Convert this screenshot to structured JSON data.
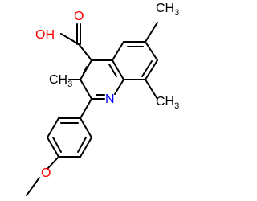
{
  "molecule": {
    "labels": {
      "acid_oxygen_double": "O",
      "acid_hydroxyl": "OH",
      "ring_nitrogen": "N",
      "methoxy_oxygen": "O",
      "methyl_c3": "CH",
      "methyl_c3_sub": "3",
      "methyl_c6": "CH",
      "methyl_c6_sub": "3",
      "methyl_c8": "CH",
      "methyl_c8_sub": "3",
      "methoxy_methyl": ""
    }
  },
  "colors": {
    "bond": "#000000",
    "carbon_label": "#000000",
    "oxygen": "#ff0000",
    "nitrogen": "#0000ff"
  }
}
